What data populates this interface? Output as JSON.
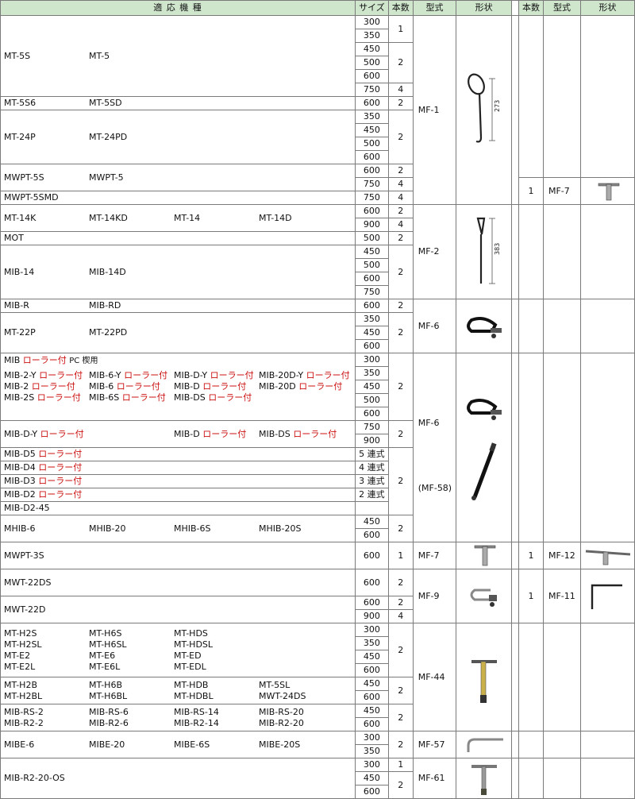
{
  "header": {
    "models": "適 応 機 種",
    "size": "サイズ",
    "qty": "本数",
    "type": "型式",
    "shape": "形状",
    "qty2": "本数",
    "type2": "型式",
    "shape2": "形状"
  },
  "groups": {
    "g1": {
      "a": "MT-5S",
      "b": "MT-5"
    },
    "g2": {
      "a": "MT-5S6",
      "b": "MT-5SD"
    },
    "g3": {
      "a": "MT-24P",
      "b": "MT-24PD"
    },
    "g4": {
      "a": "MWPT-5S",
      "b": "MWPT-5"
    },
    "g5": {
      "a": "MWPT-5SMD"
    },
    "g6": {
      "a": "MT-14K",
      "b": "MT-14KD",
      "c": "MT-14",
      "d": "MT-14D"
    },
    "g7": {
      "a": "MOT"
    },
    "g8": {
      "a": "MIB-14",
      "b": "MIB-14D"
    },
    "g9": {
      "a": "MIB-R",
      "b": "MIB-RD"
    },
    "g10": {
      "a": "MT-22P",
      "b": "MT-22PD"
    },
    "g11": {
      "head": "MIB",
      "head_roller": "ローラー付",
      "head_pc": "PC 楔用",
      "roller": "ローラー付",
      "r1": [
        "MIB-2-Y",
        "MIB-6-Y",
        "MIB-D-Y",
        "MIB-20D-Y"
      ],
      "r2": [
        "MIB-2",
        "MIB-6",
        "MIB-D",
        "MIB-20D"
      ],
      "r3": [
        "MIB-2S",
        "MIB-6S",
        "MIB-DS"
      ]
    },
    "g12": {
      "a": "MIB-D-Y",
      "c": "MIB-D",
      "d": "MIB-DS"
    },
    "g13": {
      "rows": [
        "MIB-D5",
        "MIB-D4",
        "MIB-D3",
        "MIB-D2"
      ],
      "last": "MIB-D2-45"
    },
    "g14": {
      "a": "MHIB-6",
      "b": "MHIB-20",
      "c": "MHIB-6S",
      "d": "MHIB-20S"
    },
    "g15": {
      "a": "MWPT-3S"
    },
    "g16": {
      "a": "MWT-22DS"
    },
    "g17": {
      "a": "MWT-22D"
    },
    "g18": {
      "r": [
        [
          "MT-H2S",
          "MT-H6S",
          "MT-HDS"
        ],
        [
          "MT-H2SL",
          "MT-H6SL",
          "MT-HDSL"
        ],
        [
          "MT-E2",
          "MT-E6",
          "MT-ED"
        ],
        [
          "MT-E2L",
          "MT-E6L",
          "MT-EDL"
        ]
      ]
    },
    "g19": {
      "r": [
        [
          "MT-H2B",
          "MT-H6B",
          "MT-HDB",
          "MT-5SL"
        ],
        [
          "MT-H2BL",
          "MT-H6BL",
          "MT-HDBL",
          "MWT-24DS"
        ]
      ]
    },
    "g20": {
      "r": [
        [
          "MIB-RS-2",
          "MIB-RS-6",
          "MIB-RS-14",
          "MIB-RS-20"
        ],
        [
          "MIB-R2-2",
          "MIB-R2-6",
          "MIB-R2-14",
          "MIB-R2-20"
        ]
      ]
    },
    "g21": {
      "a": "MIBE-6",
      "b": "MIBE-20",
      "c": "MIBE-6S",
      "d": "MIBE-20S"
    },
    "g22": {
      "a": "MIB-R2-20-OS"
    }
  },
  "sizes": {
    "s300": "300",
    "s350": "350",
    "s450": "450",
    "s500": "500",
    "s600": "600",
    "s750": "750",
    "s900": "900",
    "ren5": "5 連式",
    "ren4": "4 連式",
    "ren3": "3 連式",
    "ren2": "2 連式"
  },
  "qty": {
    "one": "1",
    "two": "2",
    "four": "4"
  },
  "types": {
    "mf1": "MF-1",
    "mf2": "MF-2",
    "mf6": "MF-6",
    "mf58": "(MF-58)",
    "mf7": "MF-7",
    "mf9": "MF-9",
    "mf44": "MF-44",
    "mf57": "MF-57",
    "mf61": "MF-61",
    "mf12": "MF-12",
    "mf11": "MF-11"
  },
  "dims": {
    "mf1": "273",
    "mf2": "383"
  },
  "icons": {
    "mf1": "loop-handle-icon",
    "mf2": "loop-handle-icon",
    "mf6": "clamp-handle-icon",
    "mf58": "long-socket-handle-icon",
    "mf7": "t-handle-wrench-icon",
    "mf9": "clamp-loop-icon",
    "mf44": "t-socket-wrench-icon",
    "mf57": "l-bar-wrench-icon",
    "mf61": "t-handle-socket-icon",
    "mf12": "cross-bar-wrench-icon",
    "mf11": "hex-key-icon"
  },
  "colors": {
    "header_bg": "#cfe6cd",
    "roller_text": "#cc1111"
  }
}
